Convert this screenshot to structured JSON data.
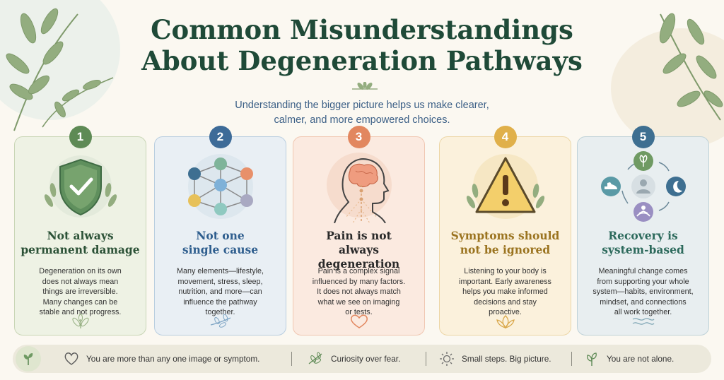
{
  "header": {
    "title_line1": "Common Misunderstandings",
    "title_line2": "About Degeneration Pathways",
    "subtitle_line1": "Understanding the bigger picture helps us make clearer,",
    "subtitle_line2": "calmer, and more empowered choices."
  },
  "cards": [
    {
      "number": "1",
      "heading_line1": "Not always",
      "heading_line2": "permanent damage",
      "body": [
        "Degeneration on its own",
        "does not always mean",
        "things are irreversible.",
        "Many changes can be",
        "stable and not progress."
      ],
      "icon": "shield-check-icon",
      "foot_icon": "sprout-icon"
    },
    {
      "number": "2",
      "heading_line1": "Not one",
      "heading_line2": "single cause",
      "body": [
        "Many elements—lifestyle,",
        "movement, stress, sleep,",
        "nutrition, and more—can",
        "influence the pathway",
        "together."
      ],
      "icon": "network-nodes-icon",
      "foot_icon": "branch-icon"
    },
    {
      "number": "3",
      "heading_line1": "Pain is not",
      "heading_line2": "always degeneration",
      "body": [
        "Pain is a complex signal",
        "influenced by many factors.",
        "It does not always match",
        "what we see on imaging",
        "or tests."
      ],
      "icon": "head-brain-icon",
      "foot_icon": "heart-icon"
    },
    {
      "number": "4",
      "heading_line1": "Symptoms should",
      "heading_line2": "not be ignored",
      "body": [
        "Listening to your body is",
        "important. Early awareness",
        "helps you make informed",
        "decisions and stay",
        "proactive."
      ],
      "icon": "warning-triangle-icon",
      "foot_icon": "lotus-icon"
    },
    {
      "number": "5",
      "heading_line1": "Recovery is",
      "heading_line2": "system-based",
      "body": [
        "Meaningful change comes",
        "from supporting your whole",
        "system—habits, environment,",
        "mindset, and connections",
        "all work together."
      ],
      "icon": "recovery-cycle-icon",
      "foot_icon": "waves-icon"
    }
  ],
  "bottom_bar": {
    "items": [
      {
        "text": "You are more than any one image or symptom.",
        "icon": "heart-outline-icon"
      },
      {
        "text": "Curiosity over fear.",
        "icon": "leaf-sprig-icon"
      },
      {
        "text": "Small steps. Big picture.",
        "icon": "sun-icon"
      },
      {
        "text": "You are not alone.",
        "icon": "plant-icon"
      }
    ]
  },
  "colors": {
    "card1": "#5e8a55",
    "card2": "#3d6b98",
    "card3": "#e2875f",
    "card4": "#e0b04a",
    "card5": "#3e6f91",
    "title": "#1f4a38",
    "subtitle": "#3b5f86"
  }
}
